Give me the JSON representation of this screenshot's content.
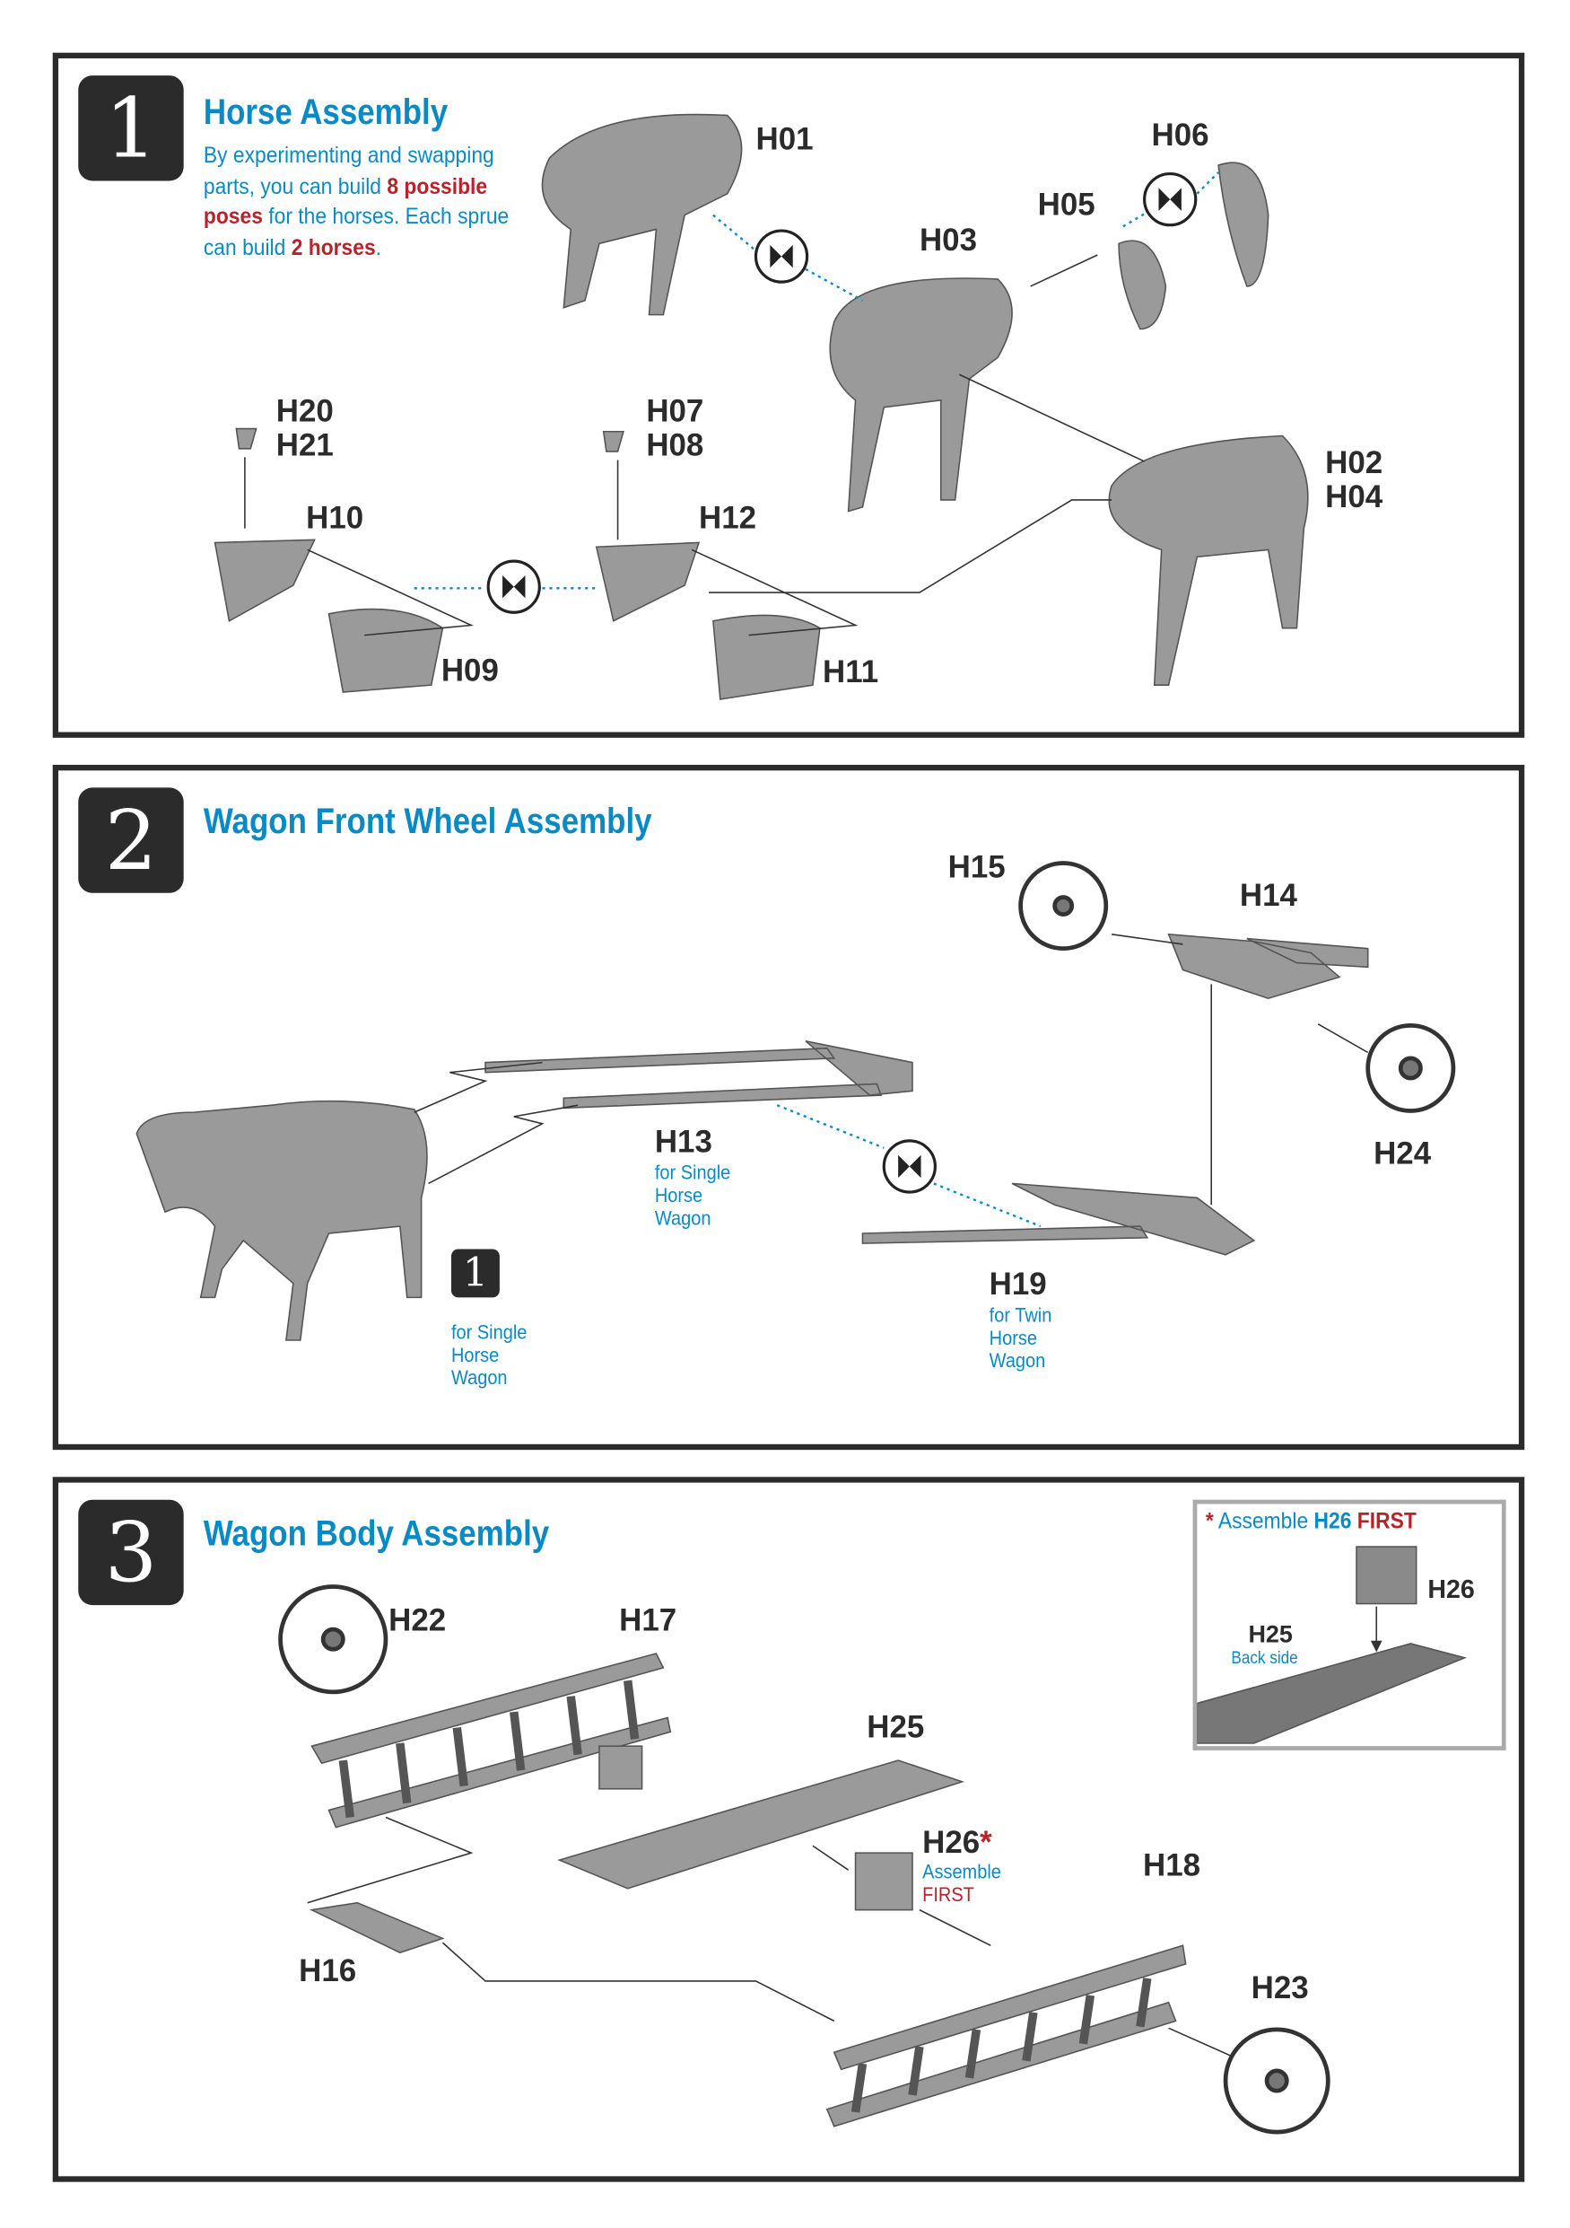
{
  "steps": [
    {
      "number": "1",
      "title": "Horse Assembly",
      "desc": {
        "a": "By experimenting and swapping parts, you can build ",
        "b": "8 possible poses",
        "c": " for the horses.  Each sprue can build ",
        "d": "2 horses",
        "e": "."
      },
      "labels": {
        "h01": "H01",
        "h06": "H06",
        "h05": "H05",
        "h03": "H03",
        "h20": "H20",
        "h21": "H21",
        "h07": "H07",
        "h08": "H08",
        "h10": "H10",
        "h12": "H12",
        "h02": "H02",
        "h04": "H04",
        "h09": "H09",
        "h11": "H11"
      }
    },
    {
      "number": "2",
      "title": "Wagon Front Wheel Assembly",
      "labels": {
        "h15": "H15",
        "h14": "H14",
        "h24": "H24",
        "h13": "H13",
        "h19": "H19"
      },
      "notes": {
        "h13": "for Single Horse Wagon",
        "h19": "for Twin Horse Wagon",
        "step1": "for Single Horse Wagon"
      },
      "ref_step": "1"
    },
    {
      "number": "3",
      "title": "Wagon Body Assembly",
      "labels": {
        "h22": "H22",
        "h17": "H17",
        "h25": "H25",
        "h26": "H26",
        "h18": "H18",
        "h16": "H16",
        "h23": "H23"
      },
      "notes": {
        "h26_a": "Assemble",
        "h26_b": "FIRST",
        "h26_star": "*"
      },
      "inset": {
        "star": "*",
        "a": "Assemble ",
        "b": "H26",
        "c": " FIRST",
        "h26": "H26",
        "h25": "H25",
        "h25_note": "Back side"
      }
    }
  ],
  "colors": {
    "accent": "#0a8ac4",
    "highlight": "#b8232a",
    "frame": "#2b2b2b",
    "part": "#8a8a8a"
  }
}
